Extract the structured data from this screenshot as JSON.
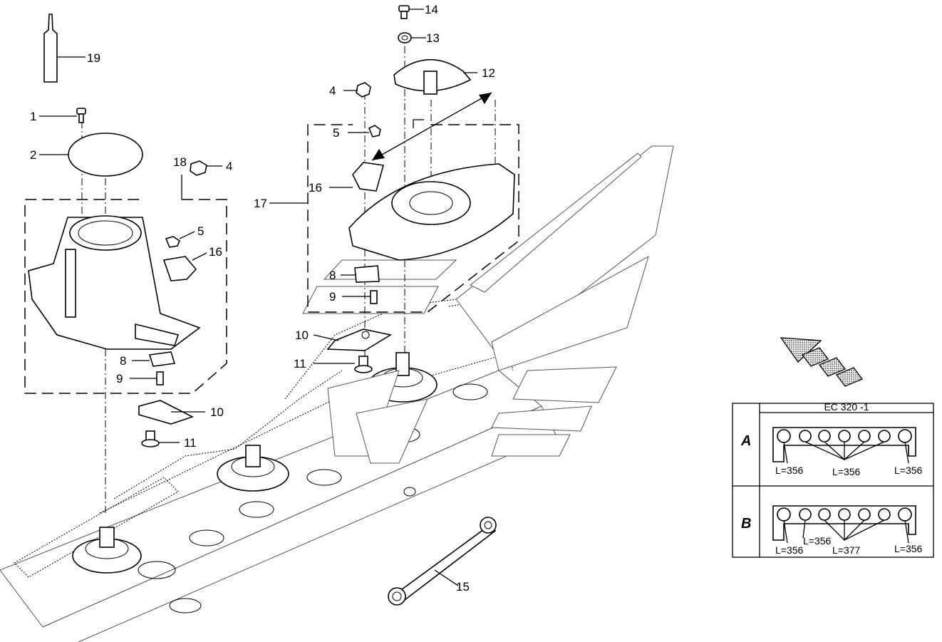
{
  "callouts": [
    {
      "id": "c19",
      "text": "19"
    },
    {
      "id": "c1",
      "text": "1"
    },
    {
      "id": "c2",
      "text": "2"
    },
    {
      "id": "c18",
      "text": "18"
    },
    {
      "id": "c4a",
      "text": "4"
    },
    {
      "id": "c5a",
      "text": "5"
    },
    {
      "id": "c16a",
      "text": "16"
    },
    {
      "id": "c8a",
      "text": "8"
    },
    {
      "id": "c9a",
      "text": "9"
    },
    {
      "id": "c10a",
      "text": "10"
    },
    {
      "id": "c11a",
      "text": "11"
    },
    {
      "id": "c14",
      "text": "14"
    },
    {
      "id": "c13",
      "text": "13"
    },
    {
      "id": "c12",
      "text": "12"
    },
    {
      "id": "c4b",
      "text": "4"
    },
    {
      "id": "c5b",
      "text": "5"
    },
    {
      "id": "c16b",
      "text": "16"
    },
    {
      "id": "c17",
      "text": "17"
    },
    {
      "id": "c8b",
      "text": "8"
    },
    {
      "id": "c9b",
      "text": "9"
    },
    {
      "id": "c10b",
      "text": "10"
    },
    {
      "id": "c11b",
      "text": "11"
    },
    {
      "id": "c15",
      "text": "15"
    }
  ],
  "config_table": {
    "title": "EC 320 -1",
    "rows": [
      {
        "label": "A",
        "lengths": [
          "L=356",
          "L=356",
          "L=356"
        ]
      },
      {
        "label": "B",
        "lengths": [
          "L=356",
          "L=356",
          "L=377",
          "L=356"
        ]
      }
    ]
  }
}
